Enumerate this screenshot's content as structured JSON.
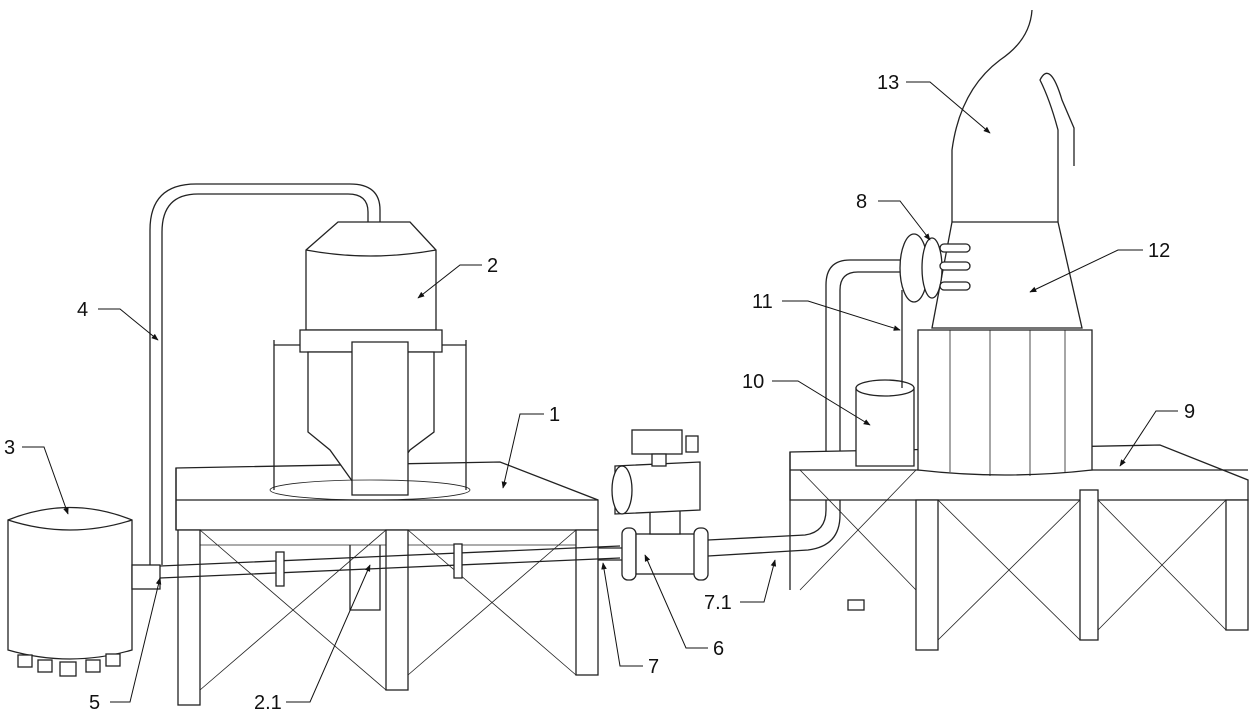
{
  "figure": {
    "labels": {
      "l1": "1",
      "l2": "2",
      "l2_1": "2.1",
      "l3": "3",
      "l4": "4",
      "l5": "5",
      "l6": "6",
      "l7": "7",
      "l7_1": "7.1",
      "l8": "8",
      "l9": "9",
      "l10": "10",
      "l11": "11",
      "l12": "12",
      "l13": "13"
    }
  }
}
